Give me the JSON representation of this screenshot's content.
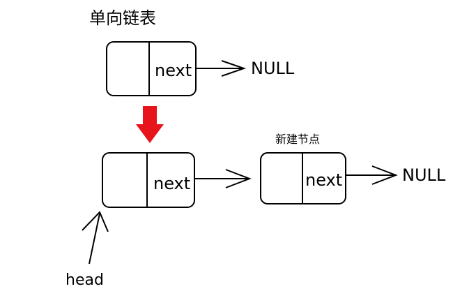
{
  "title": "单向链表",
  "top_node": {
    "next_label": "next",
    "null_label": "NULL"
  },
  "transition_arrow": {
    "color": "#e8141b"
  },
  "bottom_list": {
    "head_node": {
      "next_label": "next"
    },
    "new_node": {
      "caption": "新建节点",
      "next_label": "next",
      "null_label": "NULL"
    },
    "head_label": "head"
  }
}
